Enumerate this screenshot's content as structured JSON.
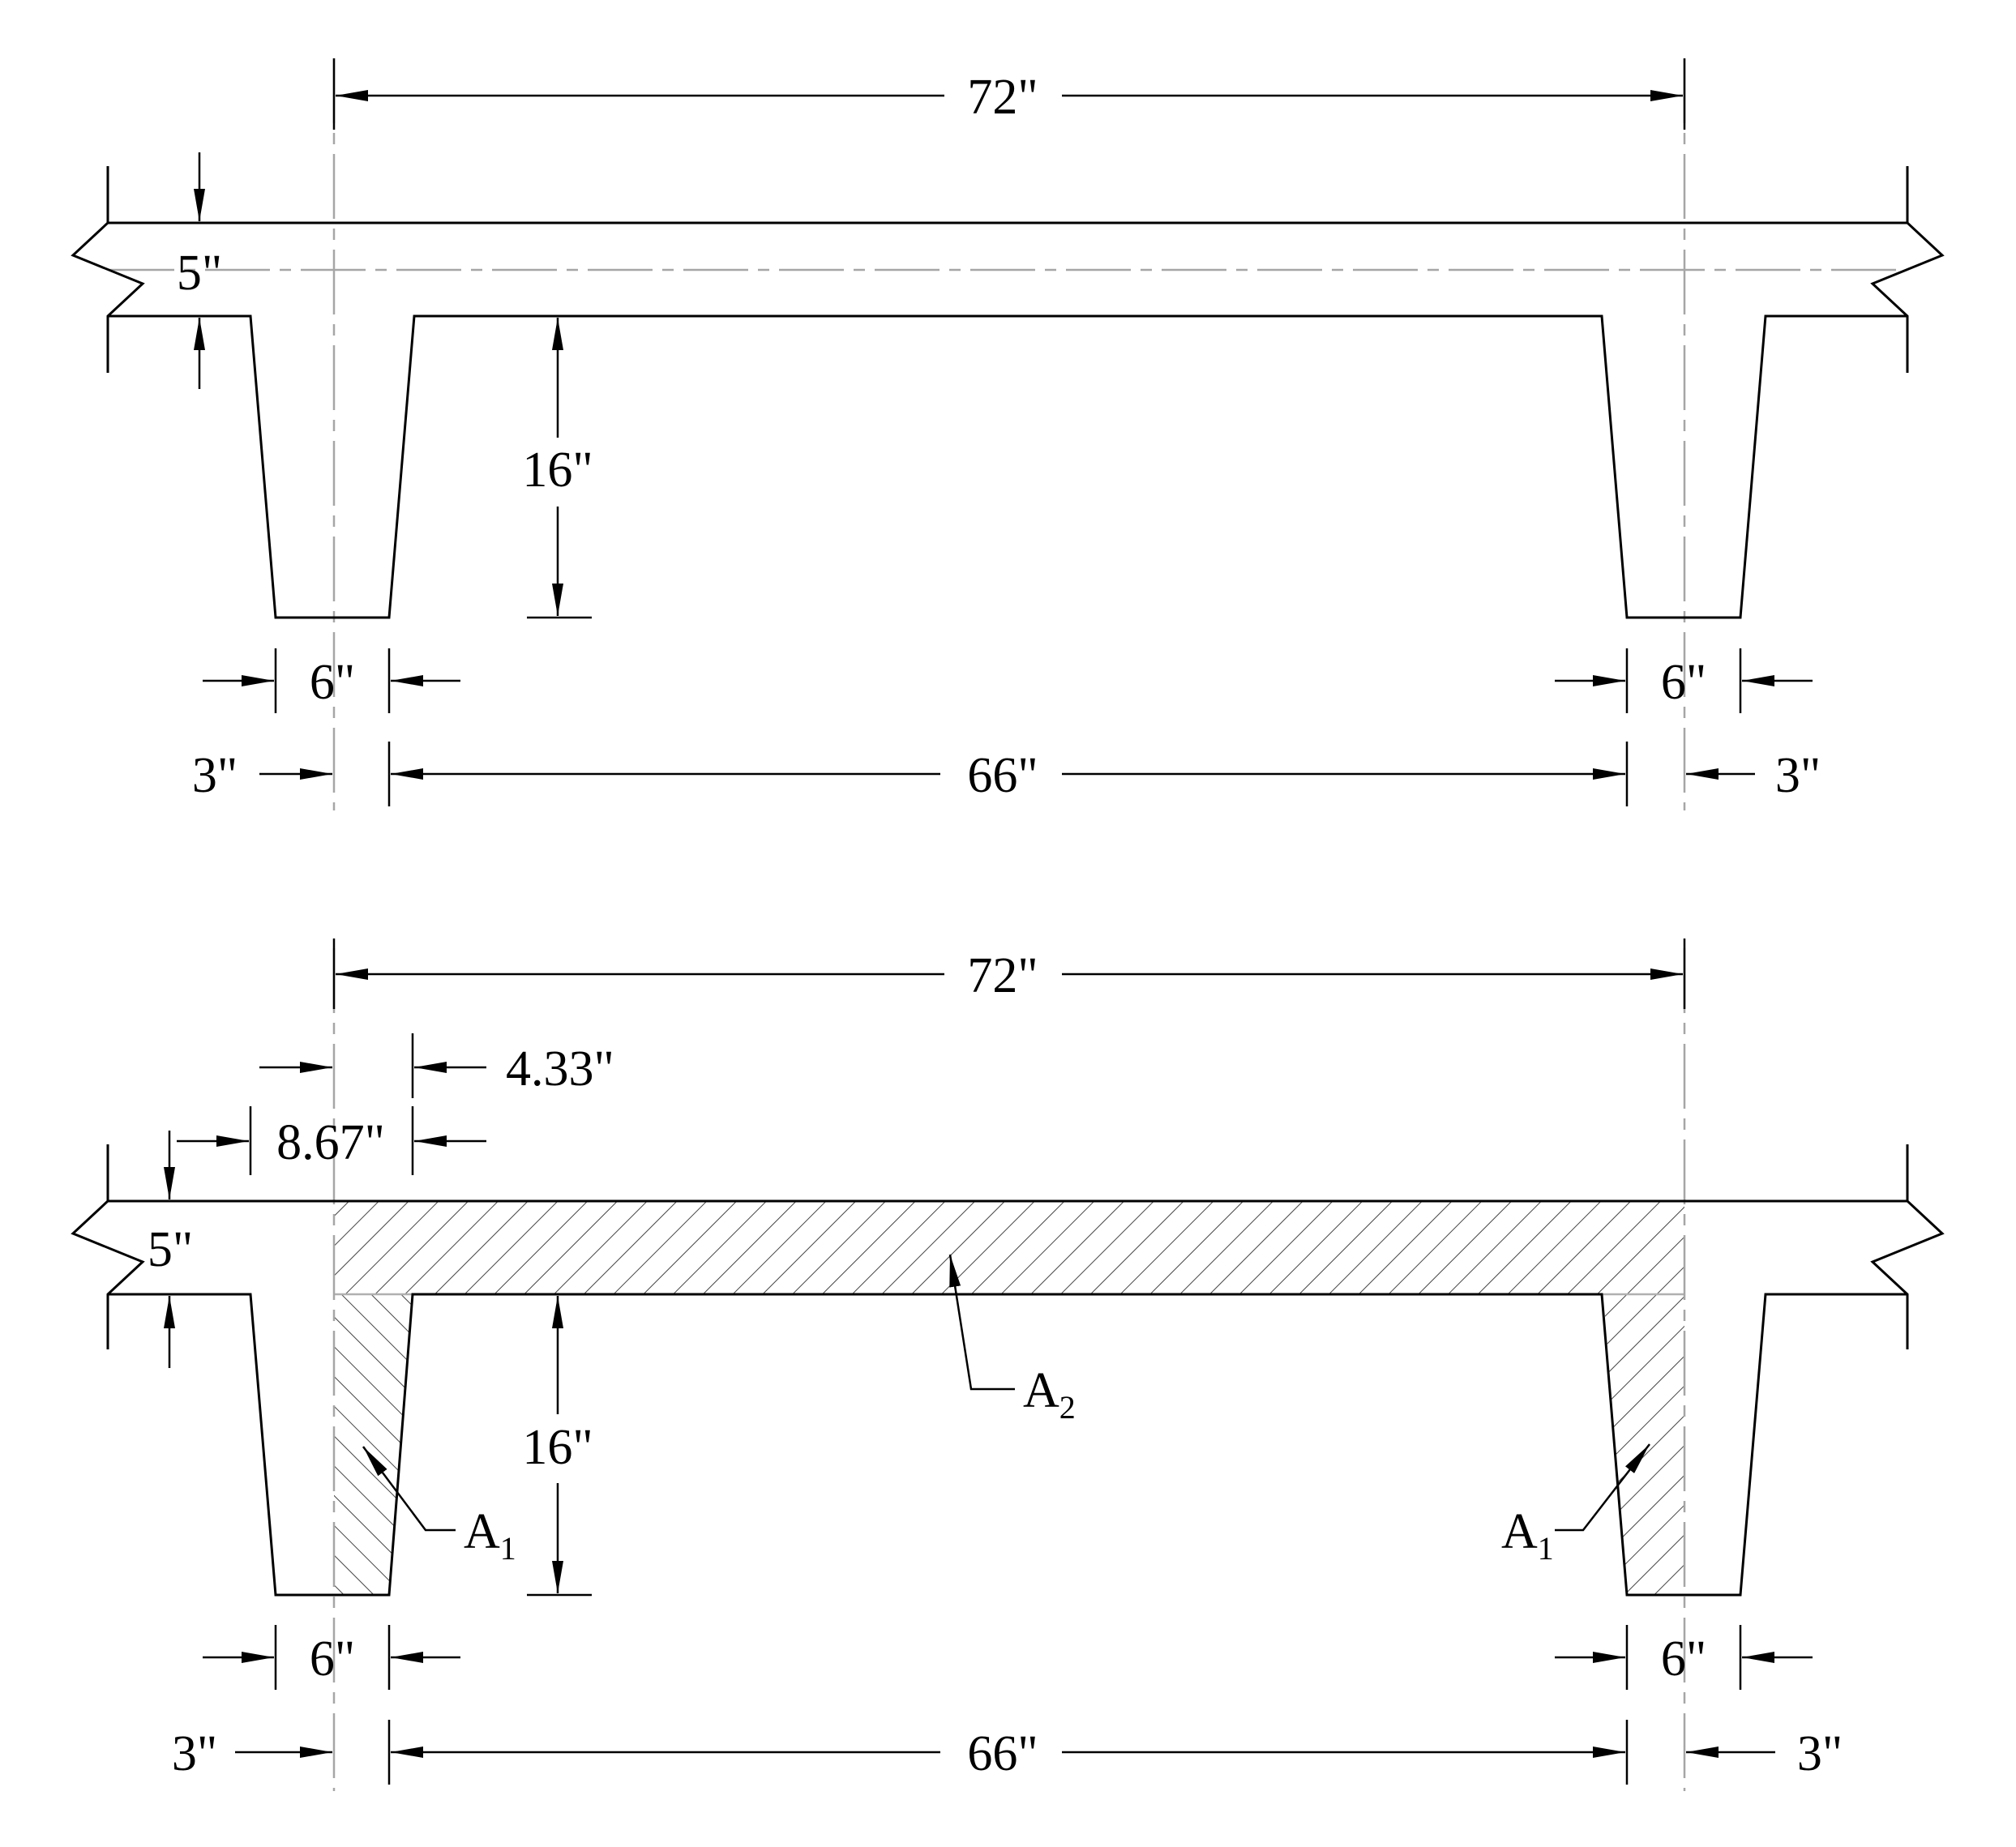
{
  "top_section": {
    "span_dim": "72\"",
    "slab_thickness": "5\"",
    "web_depth": "16\"",
    "web_width_left": "6\"",
    "web_width_right": "6\"",
    "clear_span": "66\"",
    "offset_left": "3\"",
    "offset_right": "3\""
  },
  "bottom_section": {
    "span_dim": "72\"",
    "taper_dim": "4.33\"",
    "top_web_dim": "8.67\"",
    "slab_thickness": "5\"",
    "web_depth": "16\"",
    "web_width_left": "6\"",
    "web_width_right": "6\"",
    "clear_span": "66\"",
    "offset_left": "3\"",
    "offset_right": "3\"",
    "area_a2": {
      "letter": "A",
      "subscript": "2"
    },
    "area_a1_left": {
      "letter": "A",
      "subscript": "1"
    },
    "area_a1_right": {
      "letter": "A",
      "subscript": "1"
    }
  }
}
